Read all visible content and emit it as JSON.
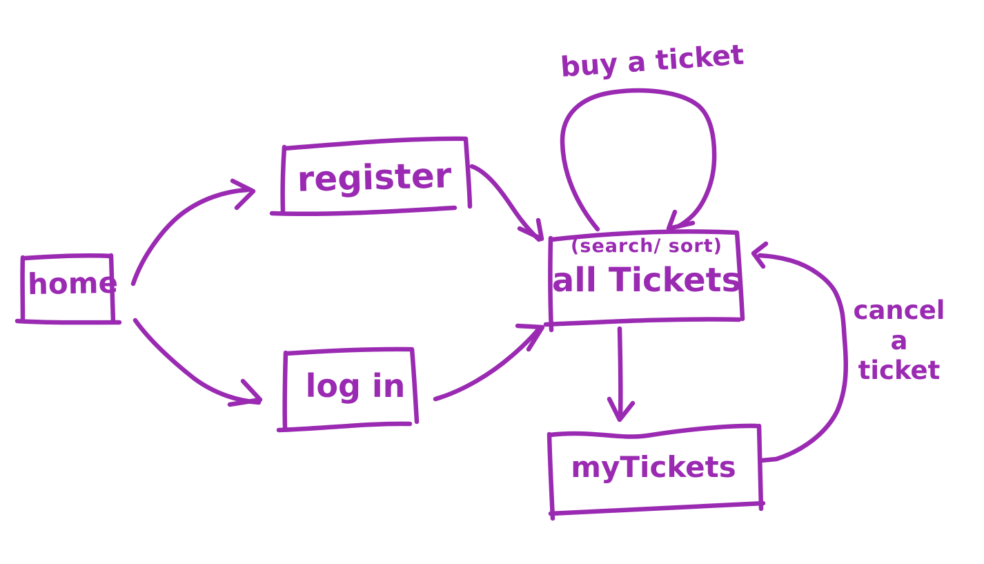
{
  "diagram": {
    "ink_color": "#9A2AB2",
    "background_color": "#FFFFFF",
    "nodes": {
      "home": {
        "label": "home"
      },
      "register": {
        "label": "register"
      },
      "login": {
        "label": "log in"
      },
      "all_tickets": {
        "label": "all Tickets",
        "sublabel": "(search/ sort)"
      },
      "my_tickets": {
        "label": "myTickets"
      }
    },
    "edge_labels": {
      "buy": "buy a ticket",
      "cancel_lines": [
        "cancel",
        "a",
        "ticket"
      ],
      "cancel_full": "cancel a ticket"
    },
    "edges": [
      {
        "from": "home",
        "to": "register",
        "label": ""
      },
      {
        "from": "home",
        "to": "log in",
        "label": ""
      },
      {
        "from": "register",
        "to": "all Tickets",
        "label": ""
      },
      {
        "from": "log in",
        "to": "all Tickets",
        "label": ""
      },
      {
        "from": "all Tickets",
        "to": "all Tickets",
        "label": "buy a ticket"
      },
      {
        "from": "all Tickets",
        "to": "myTickets",
        "label": ""
      },
      {
        "from": "myTickets",
        "to": "all Tickets",
        "label": "cancel a ticket"
      }
    ]
  }
}
